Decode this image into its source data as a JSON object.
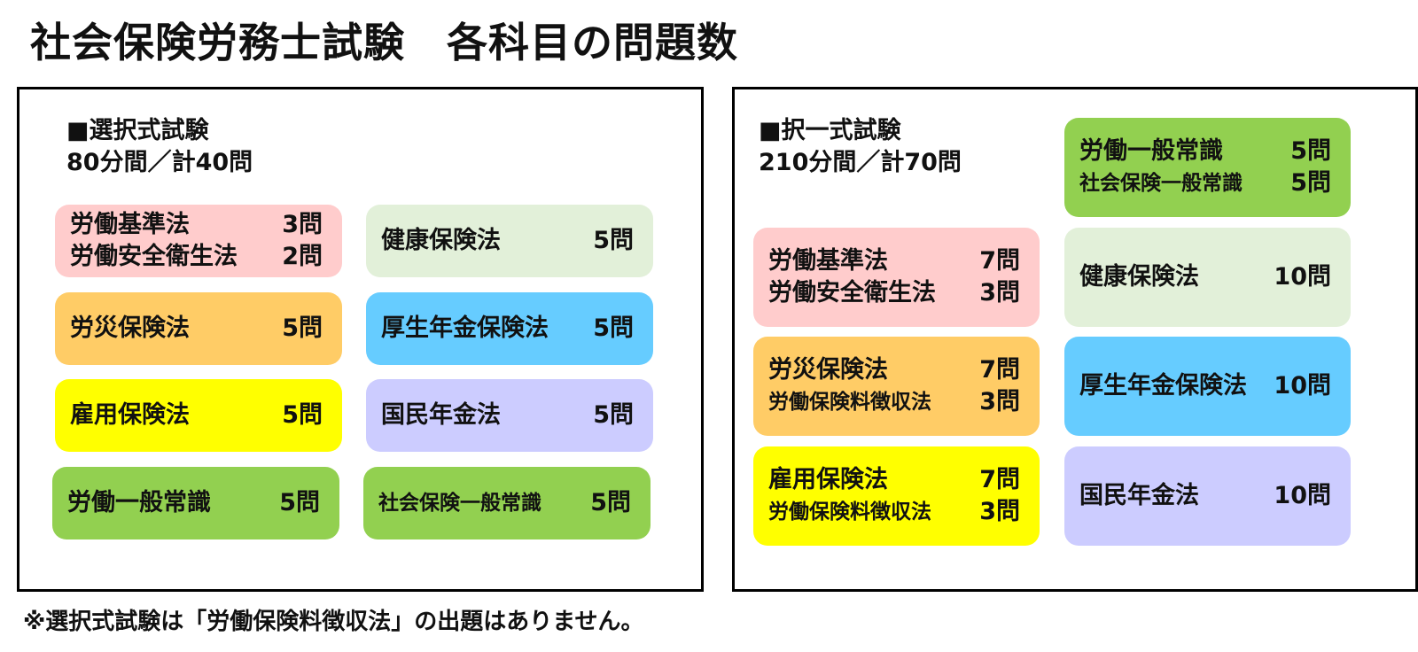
{
  "title": "社会保険労務士試験　各科目の問題数",
  "colors": {
    "pink": "#ffcccc",
    "orange": "#ffcc66",
    "yellow": "#ffff00",
    "green": "#92d050",
    "light_green": "#e2f0d9",
    "blue": "#66ccff",
    "purple": "#ccccff",
    "border": "#000000"
  },
  "left_panel": {
    "heading": "■選択式試験",
    "subheading": "80分間／計40問",
    "boxes": [
      {
        "color": "pink",
        "rows": [
          {
            "name": "労働基準法",
            "count": "3問"
          },
          {
            "name": "労働安全衛生法",
            "count": "2問"
          }
        ]
      },
      {
        "color": "light_green",
        "rows": [
          {
            "name": "健康保険法",
            "count": "5問"
          }
        ]
      },
      {
        "color": "orange",
        "rows": [
          {
            "name": "労災保険法",
            "count": "5問"
          }
        ]
      },
      {
        "color": "blue",
        "rows": [
          {
            "name": "厚生年金保険法",
            "count": "5問"
          }
        ]
      },
      {
        "color": "yellow",
        "rows": [
          {
            "name": "雇用保険法",
            "count": "5問"
          }
        ]
      },
      {
        "color": "purple",
        "rows": [
          {
            "name": "国民年金法",
            "count": "5問"
          }
        ]
      },
      {
        "color": "green",
        "rows": [
          {
            "name": "労働一般常識",
            "count": "5問"
          }
        ]
      },
      {
        "color": "green",
        "rows": [
          {
            "name": "社会保険一般常識",
            "count": "5問"
          }
        ]
      }
    ]
  },
  "right_panel": {
    "heading": "■択一式試験",
    "subheading": "210分間／計70問",
    "boxes": [
      {
        "color": "green",
        "rows": [
          {
            "name": "労働一般常識",
            "count": "5問"
          },
          {
            "name": "社会保険一般常識",
            "count": "5問"
          }
        ]
      },
      {
        "color": "pink",
        "rows": [
          {
            "name": "労働基準法",
            "count": "7問"
          },
          {
            "name": "労働安全衛生法",
            "count": "3問"
          }
        ]
      },
      {
        "color": "light_green",
        "rows": [
          {
            "name": "健康保険法",
            "count": "10問"
          }
        ]
      },
      {
        "color": "orange",
        "rows": [
          {
            "name": "労災保険法",
            "count": "7問"
          },
          {
            "name": "労働保険料徴収法",
            "count": "3問"
          }
        ]
      },
      {
        "color": "blue",
        "rows": [
          {
            "name": "厚生年金保険法",
            "count": "10問"
          }
        ]
      },
      {
        "color": "yellow",
        "rows": [
          {
            "name": "雇用保険法",
            "count": "7問"
          },
          {
            "name": "労働保険料徴収法",
            "count": "3問"
          }
        ]
      },
      {
        "color": "purple",
        "rows": [
          {
            "name": "国民年金法",
            "count": "10問"
          }
        ]
      }
    ]
  },
  "footnote": "※選択式試験は「労働保険料徴収法」の出題はありません。"
}
